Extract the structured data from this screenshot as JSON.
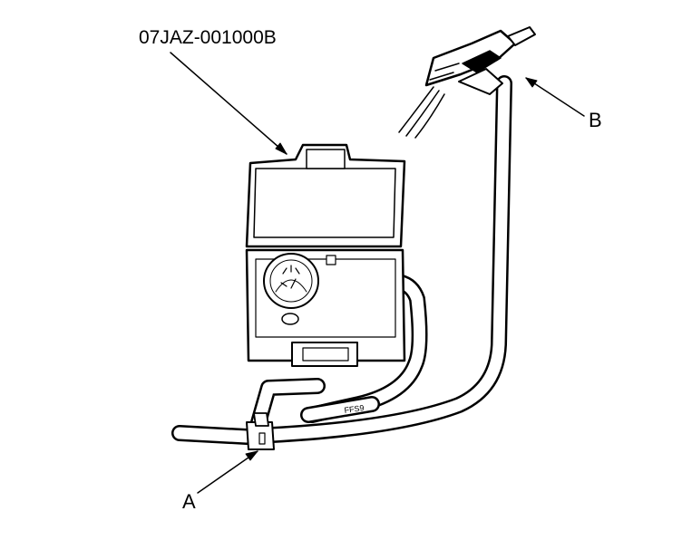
{
  "labels": {
    "part_number": "07JAZ-001000B",
    "callout_a": "A",
    "callout_b": "B"
  },
  "tube_marking": "FFS9",
  "colors": {
    "ink": "#000000",
    "fill": "#ffffff"
  }
}
